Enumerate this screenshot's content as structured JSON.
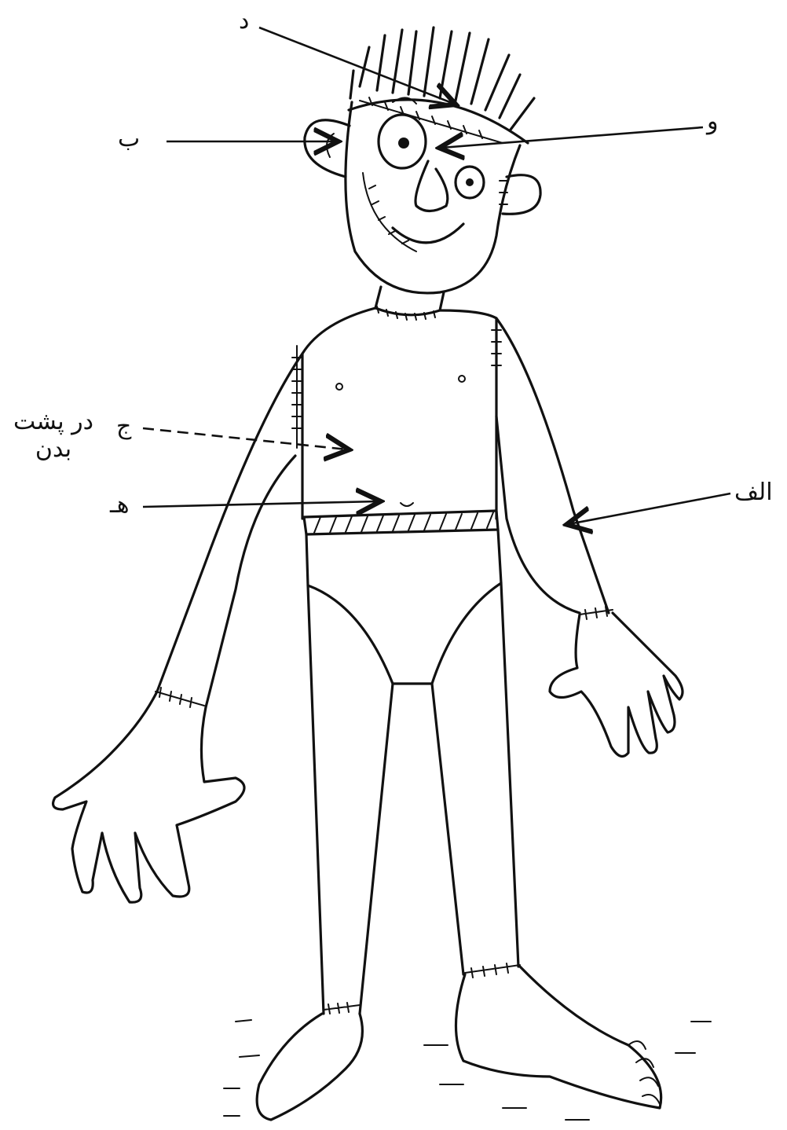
{
  "labels": {
    "d": "د",
    "b": "ب",
    "v": "و",
    "j": "ج",
    "j_note_line1": "در پشت",
    "j_note_line2": "بدن",
    "h": "هـ",
    "alef": "الف"
  },
  "colors": {
    "ink": "#111111",
    "paper": "#ffffff"
  }
}
